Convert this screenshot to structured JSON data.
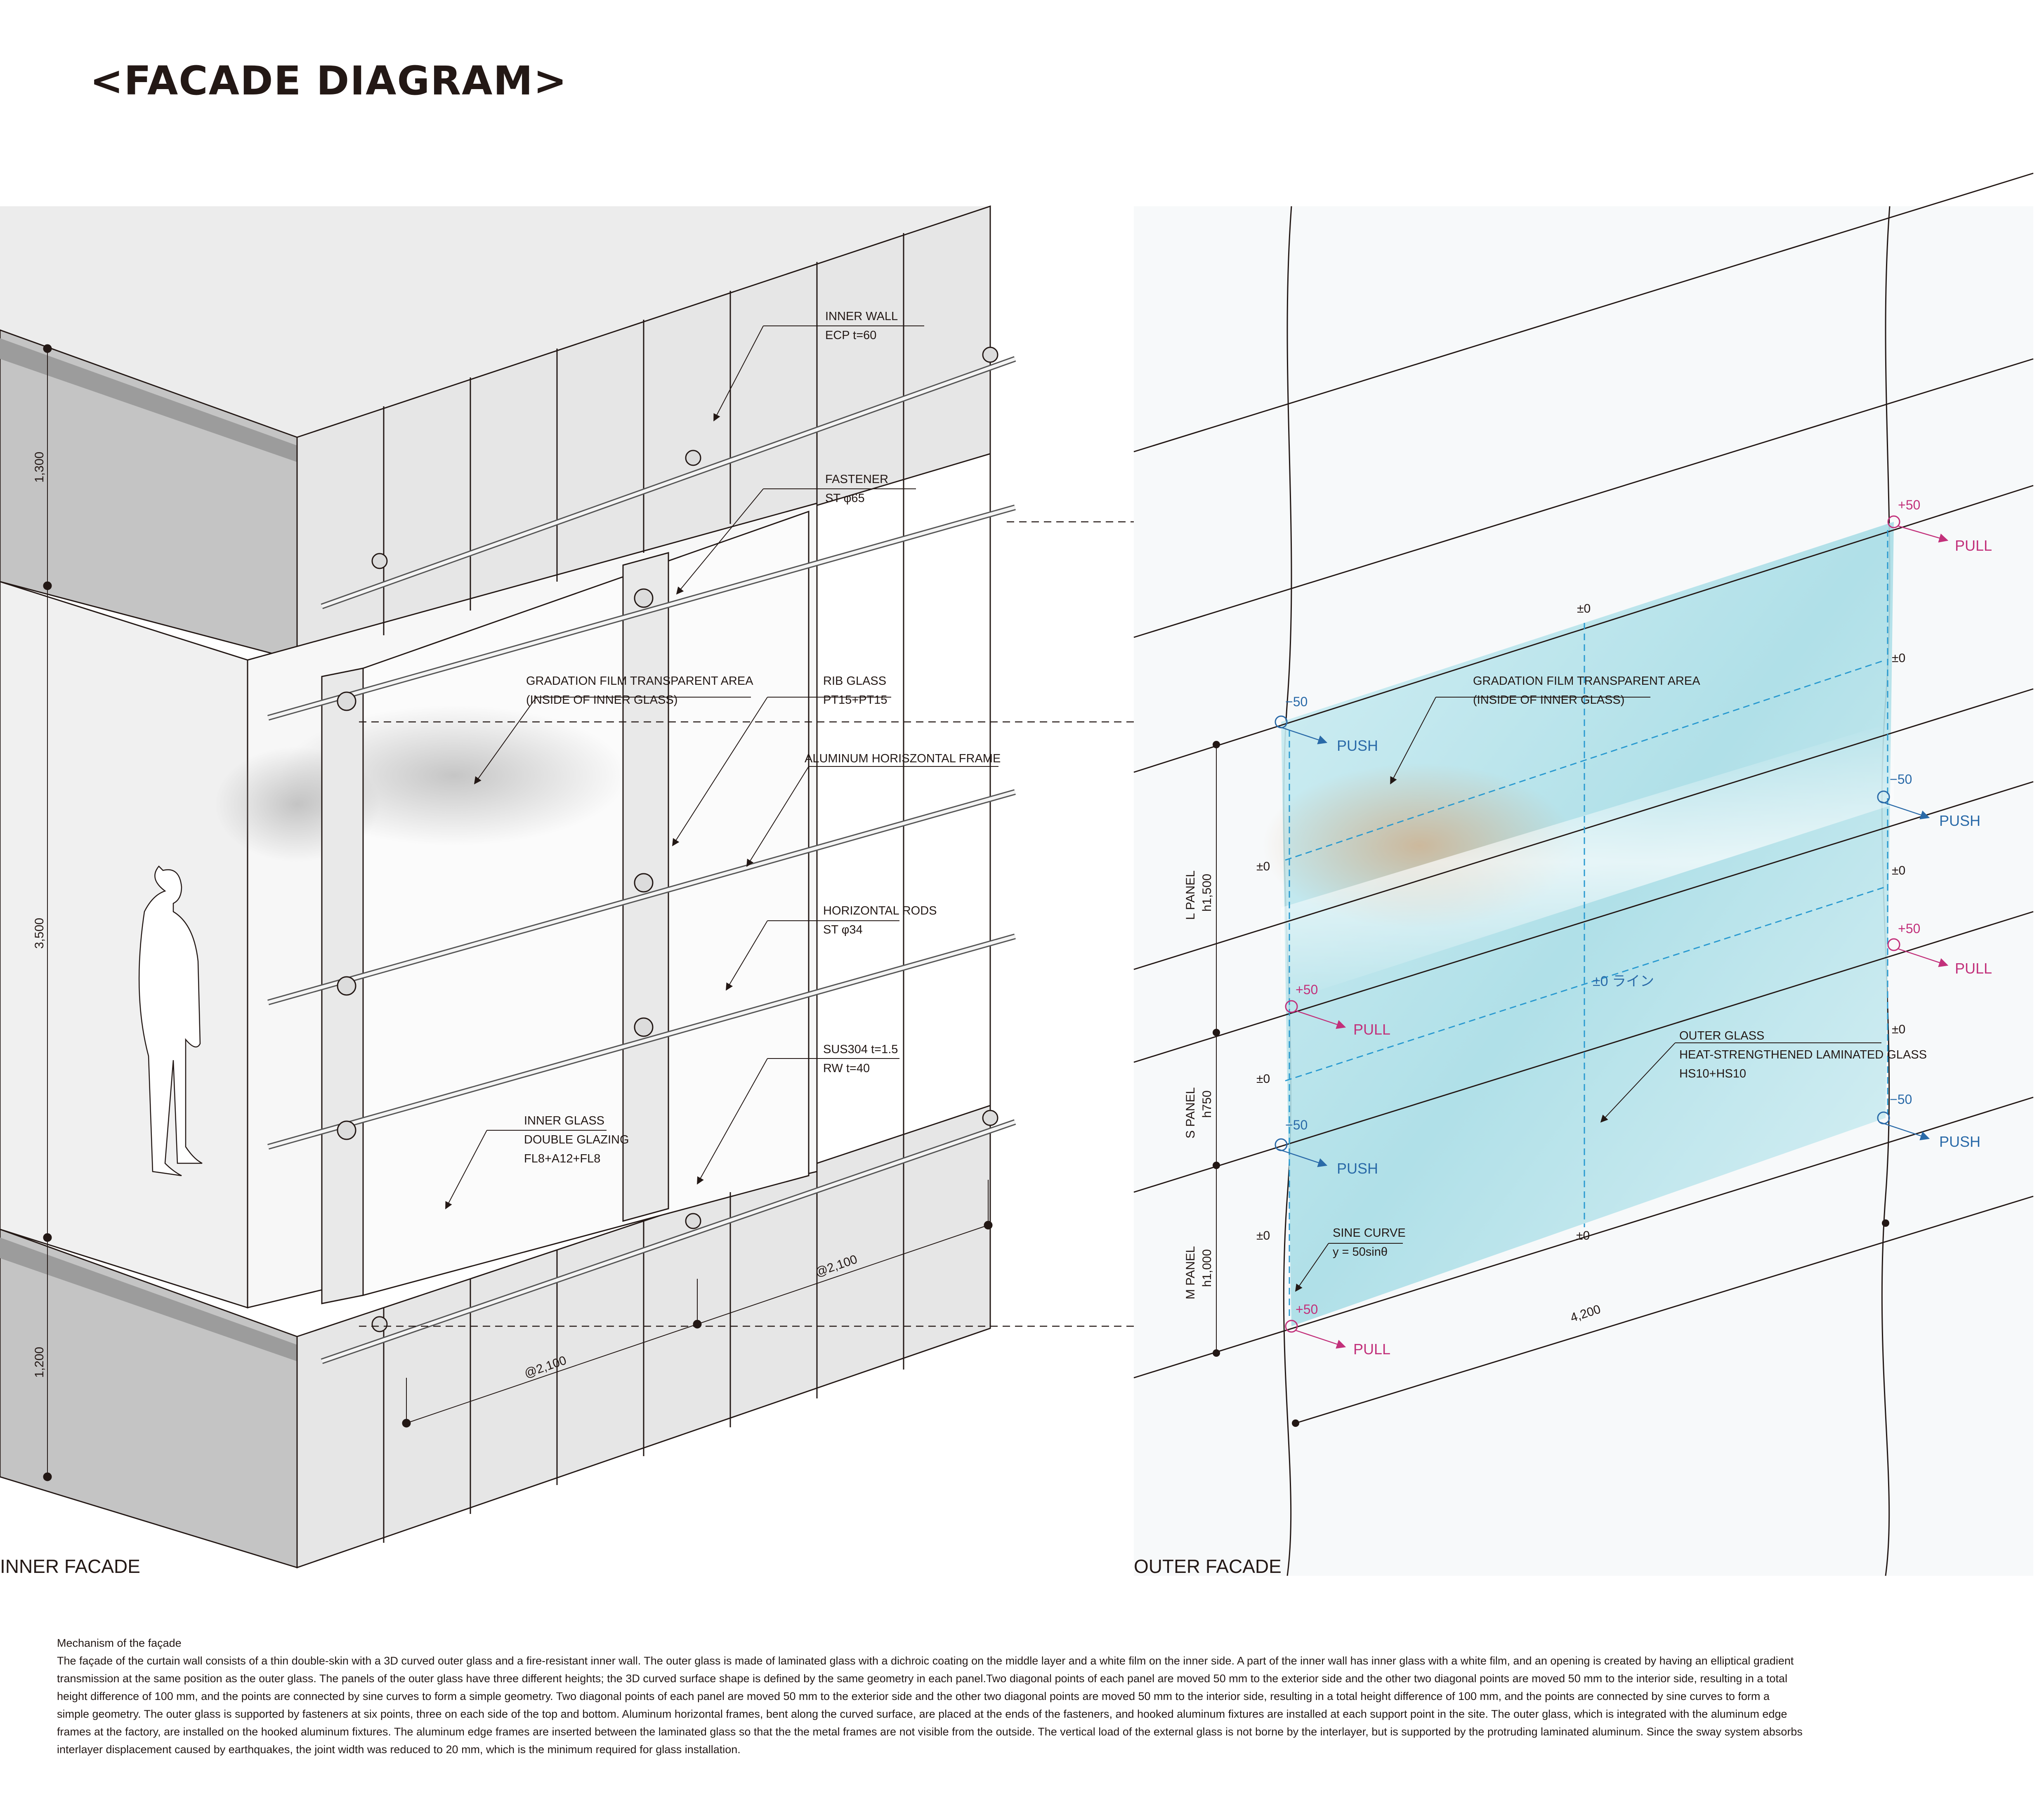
{
  "title": "<FACADE DIAGRAM>",
  "inner_facade": {
    "caption": "INNER FACADE",
    "dimensions": {
      "top": "1,300",
      "middle": "3,500",
      "bottom": "1,200",
      "pitch_a": "@2,100",
      "pitch_b": "@2,100"
    },
    "notes": [
      {
        "id": "inner-wall",
        "lines": [
          "INNER WALL",
          "ECP t=60"
        ]
      },
      {
        "id": "fastener",
        "lines": [
          "FASTENER",
          "ST φ65"
        ]
      },
      {
        "id": "gradation",
        "lines": [
          "GRADATION FILM TRANSPARENT AREA",
          "(INSIDE OF INNER GLASS)"
        ]
      },
      {
        "id": "rib-glass",
        "lines": [
          "RIB GLASS",
          "PT15+PT15"
        ]
      },
      {
        "id": "alu-frame",
        "lines": [
          "ALUMINUM HORISZONTAL FRAME"
        ]
      },
      {
        "id": "rods",
        "lines": [
          "HORIZONTAL RODS",
          "ST φ34"
        ]
      },
      {
        "id": "sus",
        "lines": [
          "SUS304 t=1.5",
          "RW t=40"
        ]
      },
      {
        "id": "inner-glass",
        "lines": [
          "INNER GLASS",
          "DOUBLE GLAZING",
          "FL8+A12+FL8"
        ]
      }
    ]
  },
  "outer_facade": {
    "caption": "OUTER FACADE",
    "panels": [
      {
        "name": "L PANEL",
        "height": "h1,500"
      },
      {
        "name": "S PANEL",
        "height": "h750"
      },
      {
        "name": "M PANEL",
        "height": "h1,000"
      }
    ],
    "width_dim": "4,200",
    "zero": "±0",
    "zero_line": "±0 ライン",
    "plus": "+50",
    "minus": "−50",
    "push": "PUSH",
    "pull": "PULL",
    "notes": [
      {
        "id": "gradation-outer",
        "lines": [
          "GRADATION FILM TRANSPARENT AREA",
          "(INSIDE OF INNER GLASS)"
        ]
      },
      {
        "id": "outer-glass",
        "lines": [
          "OUTER GLASS",
          "HEAT-STRENGTHENED LAMINATED GLASS",
          "HS10+HS10"
        ]
      },
      {
        "id": "sine",
        "lines": [
          "SINE CURVE",
          "y = 50sinθ"
        ]
      }
    ]
  },
  "colors": {
    "glass": "#a8dde6",
    "push": "#2a6aa8",
    "pull": "#c2307a",
    "line": "#231815",
    "wall_grey": "#bcbcbc"
  },
  "description": {
    "heading": "Mechanism of the façade",
    "lines": [
      "The façade of the curtain wall consists of a thin double-skin with a 3D curved outer glass and a fire-resistant inner wall. The outer glass is made of laminated glass with a dichroic coating on the middle layer and a white film on the inner side. A part of the inner wall has inner glass with a white film, and an opening is created by having an elliptical gradient",
      "transmission at the same position as the outer glass.  The panels of the outer glass have three different heights; the 3D curved surface shape is defined by the same geometry in each panel.Two diagonal points of each panel are moved 50 mm to the exterior side and the other two diagonal points are moved 50 mm to the interior side, resulting in a total",
      "height difference of 100 mm, and the points are connected by sine curves to form a simple geometry. Two diagonal points of each panel are moved 50 mm to the exterior side and the other two diagonal points are moved 50 mm to the interior side, resulting in a total height difference of 100 mm, and the points are connected by sine curves to form a",
      "simple geometry.  The outer glass is supported by fasteners at six points, three on each side of the top and bottom. Aluminum horizontal frames, bent along the curved surface, are placed at the ends of the fasteners, and hooked aluminum fixtures are installed at each support point in the site.  The outer glass, which is integrated with the aluminum edge",
      "frames at the factory, are installed on the hooked aluminum fixtures. The aluminum edge frames are inserted between the laminated glass so that the the metal frames are not visible from the outside. The vertical load of the external glass is not borne by the interlayer, but is supported by the protruding laminated aluminum. Since the sway system absorbs",
      "interlayer displacement caused by earthquakes, the joint width was reduced to 20 mm, which is the minimum required for glass installation."
    ]
  }
}
